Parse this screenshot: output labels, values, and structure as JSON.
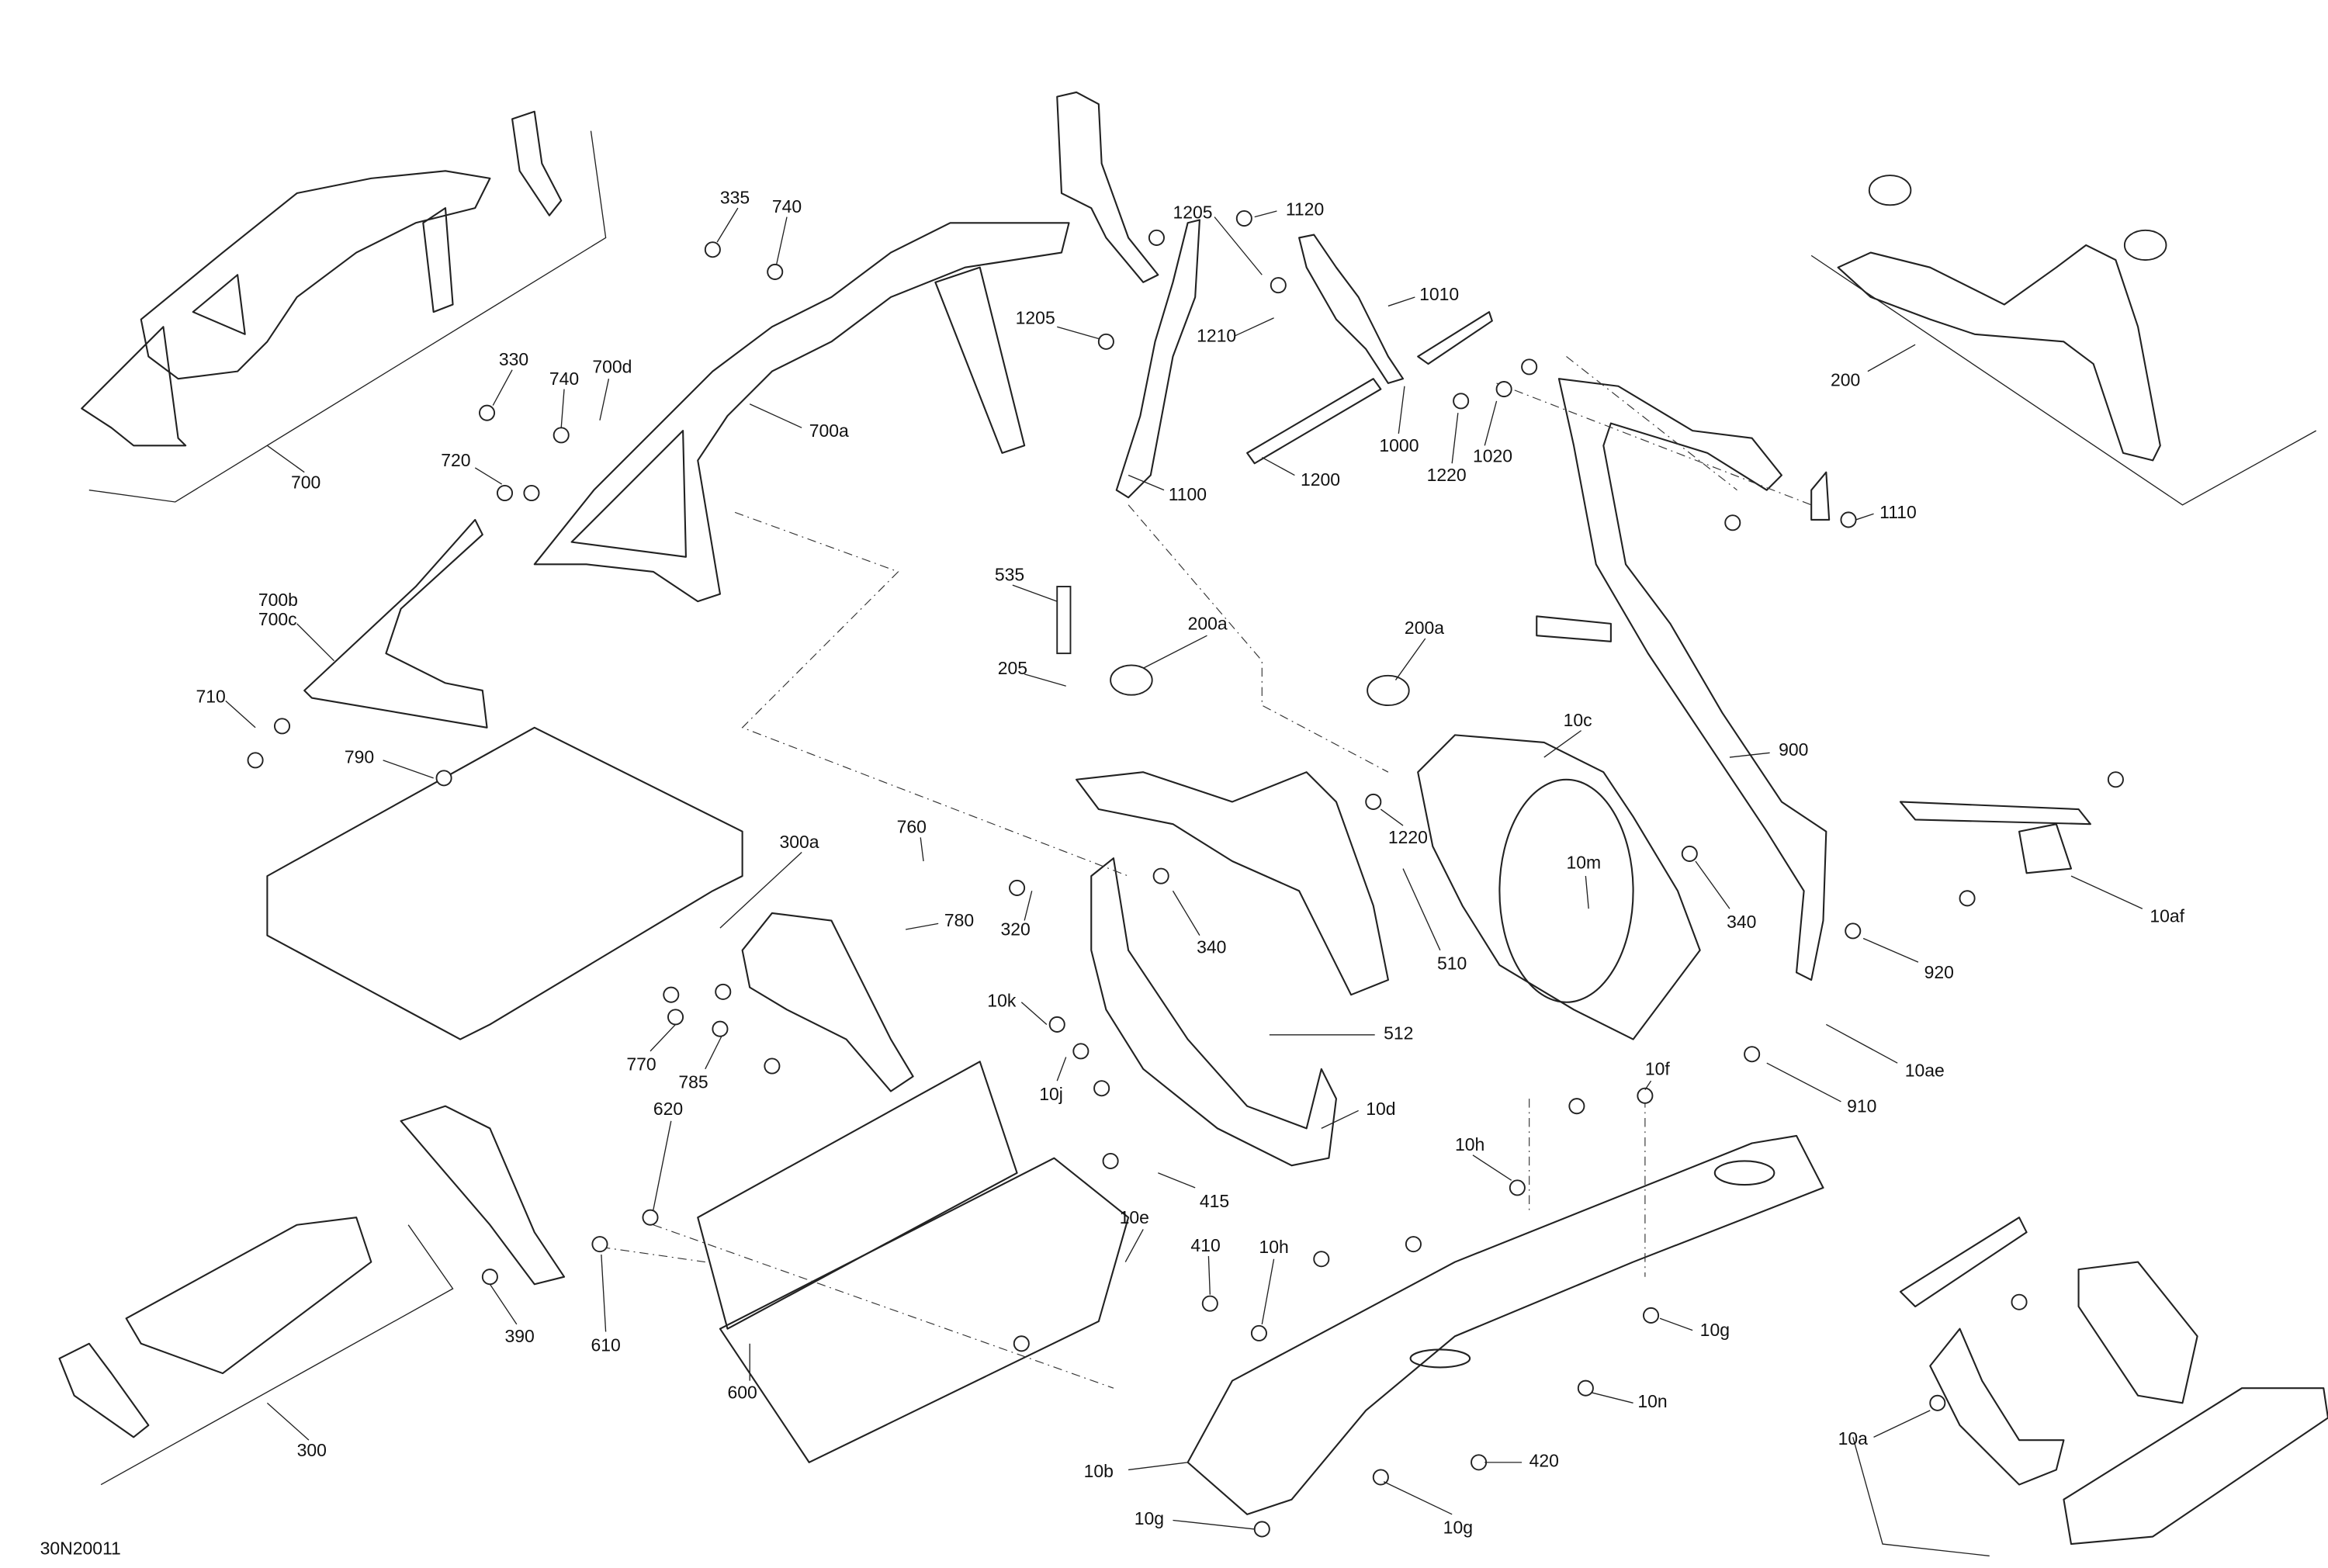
{
  "figure_id": "30N20011",
  "callouts": {
    "c335": "335",
    "c740a": "740",
    "c1205a": "1205",
    "c1120": "1120",
    "c330": "330",
    "c740b": "740",
    "c700d": "700d",
    "c700a": "700a",
    "c1205b": "1205",
    "c1210": "1210",
    "c1010": "1010",
    "c700": "700",
    "c720": "720",
    "c1000": "1000",
    "c1220a": "1220",
    "c1020": "1020",
    "c1200": "1200",
    "c1100": "1100",
    "c200": "200",
    "c1110": "1110",
    "c700b": "700b",
    "c700c": "700c",
    "c710": "710",
    "c790": "790",
    "c535": "535",
    "c205": "205",
    "c200a1": "200a",
    "c200a2": "200a",
    "c10c": "10c",
    "c900": "900",
    "c760": "760",
    "c300a": "300a",
    "c780": "780",
    "c320": "320",
    "c340a": "340",
    "c1220b": "1220",
    "c510": "510",
    "c10m": "10m",
    "c340b": "340",
    "c920": "920",
    "c10af": "10af",
    "c10k": "10k",
    "c770": "770",
    "c785": "785",
    "c512": "512",
    "c10j": "10j",
    "c10d": "10d",
    "c10ae": "10ae",
    "c910": "910",
    "c10f": "10f",
    "c620": "620",
    "c415": "415",
    "c10h1": "10h",
    "c10e": "10e",
    "c410": "410",
    "c10h2": "10h",
    "c390": "390",
    "c610": "610",
    "c10g1": "10g",
    "c600": "600",
    "c300": "300",
    "c10n": "10n",
    "c10a": "10a",
    "c10b": "10b",
    "c420": "420",
    "c10g2": "10g",
    "c10g3": "10g"
  }
}
